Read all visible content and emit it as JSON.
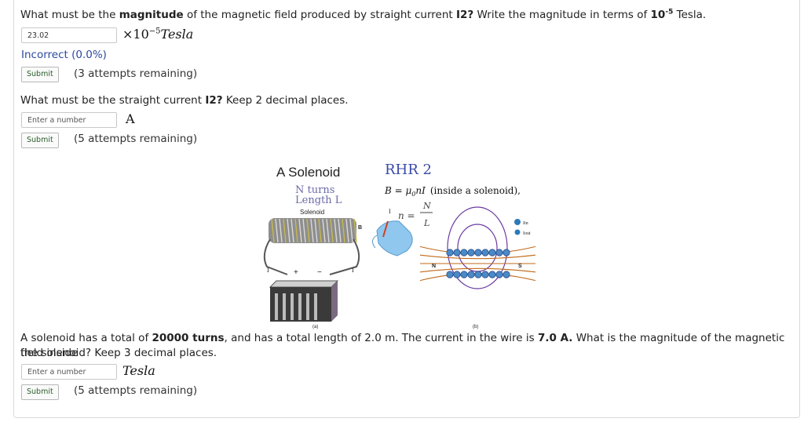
{
  "q1": {
    "text_a": "What must be the ",
    "text_b": "magnitude",
    "text_c": " of the magnetic field produced by straight current ",
    "text_d": "I2?",
    "text_e": " Write the magnitude in terms of ",
    "text_f": "10",
    "text_g": "-5",
    "text_h": " Tesla.",
    "input_value": "23.02",
    "unit_prefix": "×10",
    "unit_exp": "−5",
    "unit_name": "Tesla",
    "feedback": "Incorrect (0.0%)",
    "submit_label": "Submit",
    "attempts": "(3 attempts remaining)"
  },
  "q2": {
    "text_a": "What must be the straight current ",
    "text_b": "I2?",
    "text_c": " Keep 2 decimal places.",
    "placeholder": "Enter a number",
    "unit": "A",
    "submit_label": "Submit",
    "attempts": "(5 attempts remaining)"
  },
  "figure": {
    "left_title": "A Solenoid",
    "n_turns": "N turns",
    "length": "Length L",
    "solenoid_label": "Solenoid",
    "b_label": "B",
    "i_label": "I",
    "plus": "+",
    "minus": "−",
    "rhr_title": "RHR 2",
    "formula_lhs": "B = μ",
    "formula_sub": "0",
    "formula_rhs": "nI",
    "formula_note": "(inside a solenoid),",
    "n_eq": "n =",
    "frac_num": "N",
    "frac_den": "L",
    "legend_in": "Iin",
    "legend_out": "Iout",
    "pole_n": "N",
    "pole_s": "S",
    "caption_a": "(a)",
    "caption_b": "(b)"
  },
  "q3": {
    "text_a": "A solenoid has a total of ",
    "text_b": "20000 turns",
    "text_c": ", and has a total length of 2.0 m. The current in the wire is ",
    "text_d": "7.0 A.",
    "text_e": " What is the magnitude of the magnetic field inside",
    "text_f": "the solenoid? Keep 3 decimal places.",
    "placeholder": "Enter a number",
    "unit": "Tesla",
    "submit_label": "Submit",
    "attempts": "(5 attempts remaining)"
  },
  "colors": {
    "feedback": "#2b4aa0",
    "submit_text": "#2a5d2a",
    "field_lines": "#c06a1a",
    "field_loops": "#6a3aa0"
  }
}
